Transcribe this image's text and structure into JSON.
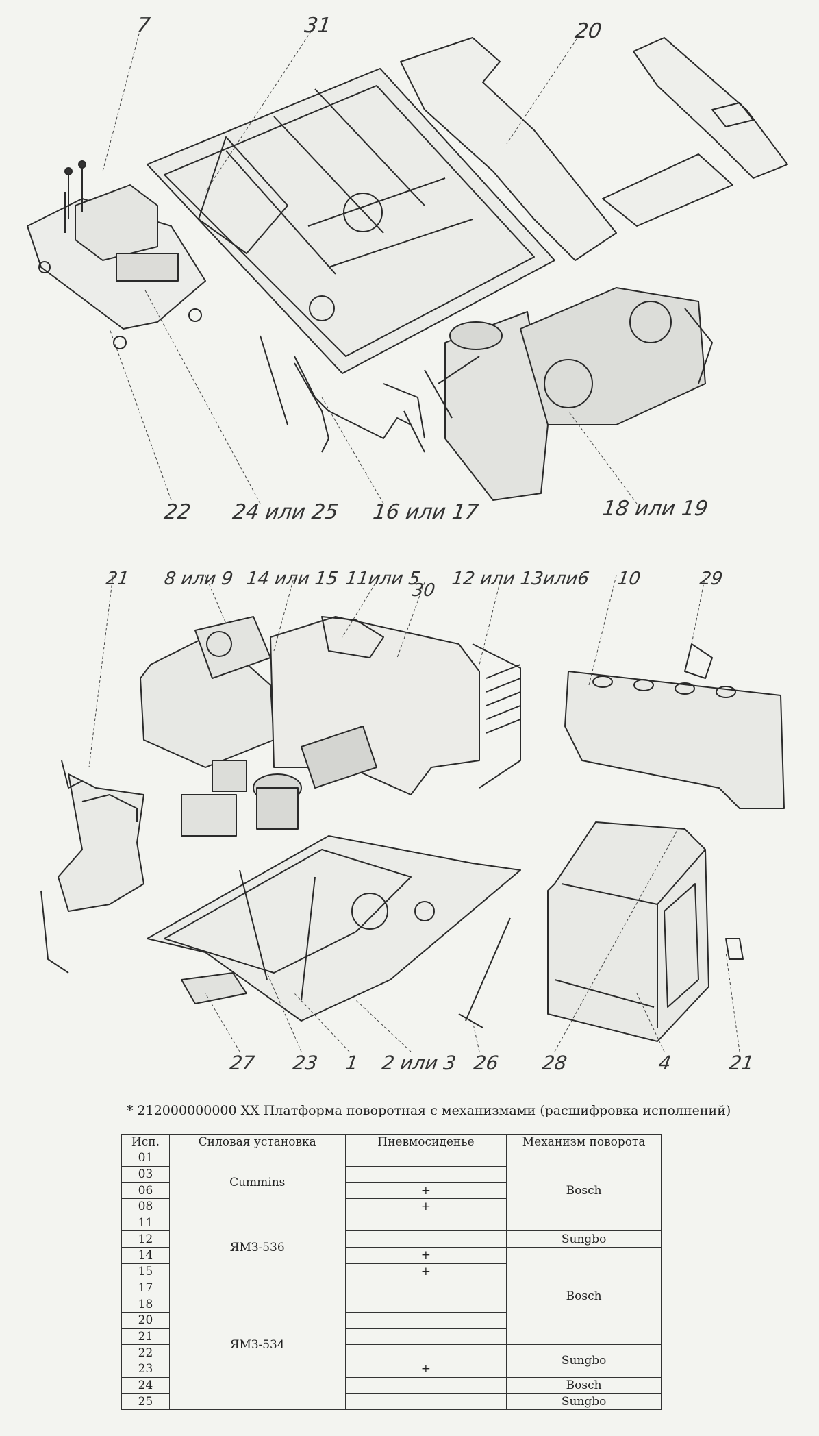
{
  "callouts": {
    "c7": "7",
    "c31": "31",
    "c20": "20",
    "c22": "22",
    "c24": "24 или 25",
    "c16": "16 или 17",
    "c18": "18 или 19",
    "c21a": "21",
    "c8": "8 или 9",
    "c14": "14 или 15",
    "c11": "11или 5",
    "c30": "30",
    "c12": "12 или 13или6",
    "c10": "10",
    "c29": "29",
    "c27": "27",
    "c23": "23",
    "c1": "1",
    "c2": "2 или 3",
    "c26": "26",
    "c28": "28",
    "c4": "4",
    "c21b": "21"
  },
  "caption": "* 212000000000 XX  Платформа поворотная с механизмами (расшифровка исполнений)",
  "table": {
    "headers": [
      "Исп.",
      "Силовая установка",
      "Пневмосиденье",
      "Механизм поворота"
    ],
    "ids": [
      "01",
      "03",
      "06",
      "08",
      "11",
      "12",
      "14",
      "15",
      "17",
      "18",
      "20",
      "21",
      "22",
      "23",
      "24",
      "25"
    ],
    "engines": [
      "Cummins",
      "ЯМЗ-536",
      "ЯМЗ-534"
    ],
    "seat": [
      "",
      "",
      "+",
      "+",
      "",
      "",
      "+",
      "+",
      "",
      "",
      "",
      "",
      "",
      "+",
      "",
      ""
    ],
    "mechanisms": [
      "Bosch",
      "Sungbo",
      "Bosch",
      "Sungbo",
      "Bosch",
      "Sungbo"
    ]
  }
}
